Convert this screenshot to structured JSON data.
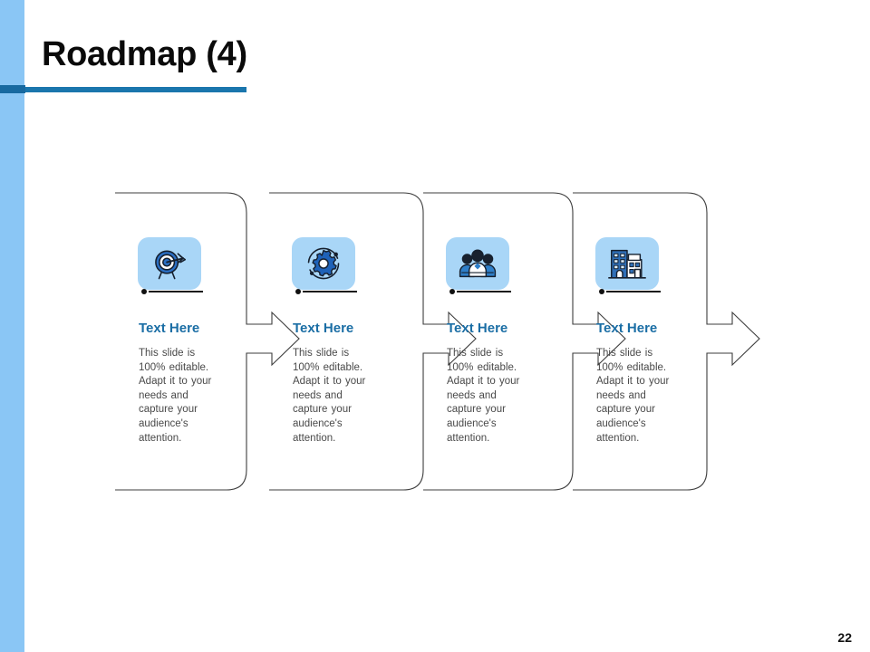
{
  "slide": {
    "title": "Roadmap (4)",
    "page_number": "22",
    "accent_color": "#1a76ad",
    "rail_color": "#8ac6f5",
    "heading_color": "#1b6ea5",
    "body_color": "#494949",
    "badge_color": "#a9d6f7",
    "outline_color": "#3c3c3c"
  },
  "stages": [
    {
      "icon": "target-arrow-icon",
      "heading": "Text Here",
      "body": "This slide is 100% editable. Adapt it to your needs and capture your audience's attention."
    },
    {
      "icon": "gear-orbit-icon",
      "heading": "Text Here",
      "body": "This slide is 100% editable. Adapt it to your needs and capture your audience's attention."
    },
    {
      "icon": "team-people-icon",
      "heading": "Text Here",
      "body": "This slide is 100% editable. Adapt it to your needs and capture your audience's attention."
    },
    {
      "icon": "office-building-icon",
      "heading": "Text Here",
      "body": "This slide is 100% editable. Adapt it to your needs and capture your audience's attention."
    }
  ]
}
